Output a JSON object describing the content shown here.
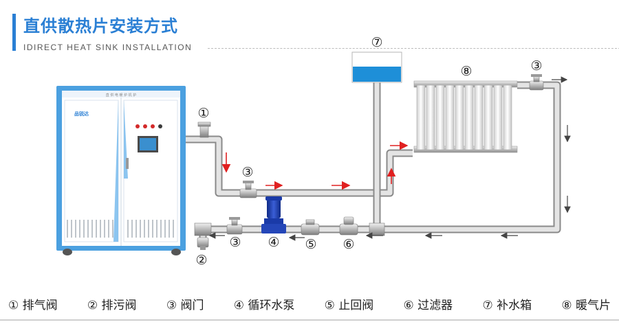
{
  "header": {
    "title": "直供散热片安装方式",
    "subtitle": "IDIRECT HEAT SINK INSTALLATION"
  },
  "boiler": {
    "top_label": "直 供 电 暖 炉 机 护",
    "logo_text": "品锐达"
  },
  "callouts": {
    "vent_valve": "①",
    "drain_valve": "②",
    "valve_upper": "③",
    "valve_lower": "③",
    "valve_right": "③",
    "pump": "④",
    "check_valve": "⑤",
    "filter": "⑥",
    "tank": "⑦",
    "radiator": "⑧"
  },
  "legend": [
    "① 排气阀",
    "② 排污阀",
    "③ 阀门",
    "④ 循环水泵",
    "⑤ 止回阀",
    "⑥ 过滤器",
    "⑦ 补水箱",
    "⑧ 暖气片"
  ],
  "colors": {
    "accent": "#2a7fd4",
    "boiler_frame": "#4ba0e0",
    "flow_arrow": "#e02020",
    "pump": "#1a3aa8",
    "tank_water": "#1e8fd8"
  }
}
